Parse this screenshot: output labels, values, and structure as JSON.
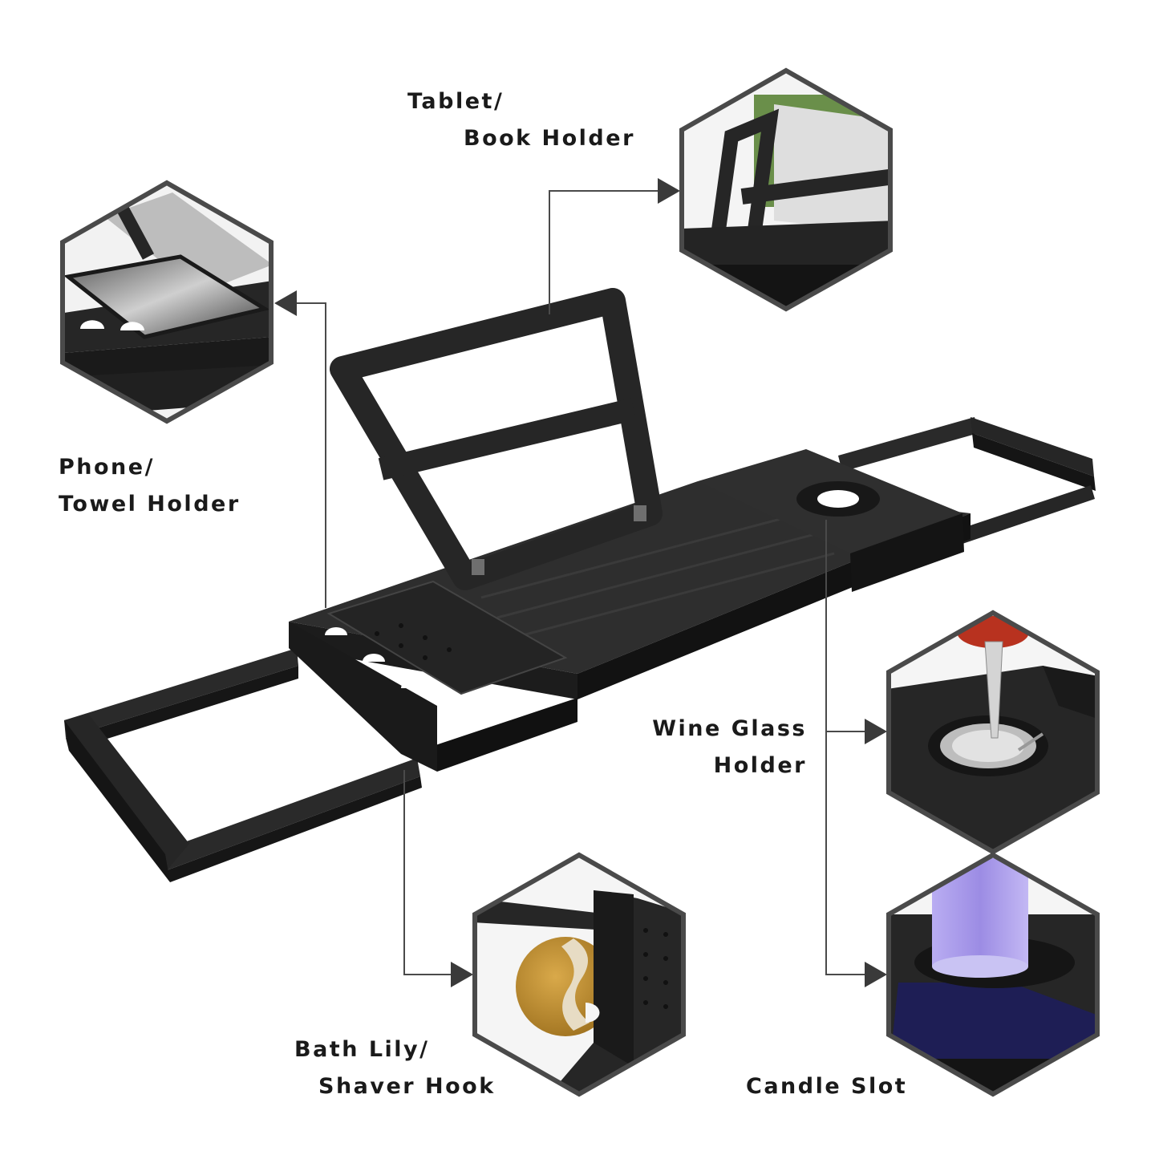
{
  "colors": {
    "wood": "#262626",
    "wood_dark": "#141414",
    "wood_edge": "#3a3a3a",
    "hex_border": "#4a4a4a",
    "connector": "#4a4a4a",
    "label": "#1a1a1a",
    "wine": "#b8321f",
    "candle": "#9f8fe6",
    "candle_glow": "#3a3ab8",
    "bath_lily": "#c9962e"
  },
  "icons": [
    "arrow-right-icon",
    "arrow-left-icon"
  ],
  "labels": {
    "tablet": {
      "line1": "Tablet/",
      "line2": "Book Holder"
    },
    "phone": {
      "line1": "Phone/",
      "line2": "Towel Holder"
    },
    "wine": {
      "line1": "Wine Glass",
      "line2": "Holder"
    },
    "bath": {
      "line1": "Bath Lily/",
      "line2": "Shaver Hook"
    },
    "candle": {
      "line1": "Candle Slot"
    }
  }
}
